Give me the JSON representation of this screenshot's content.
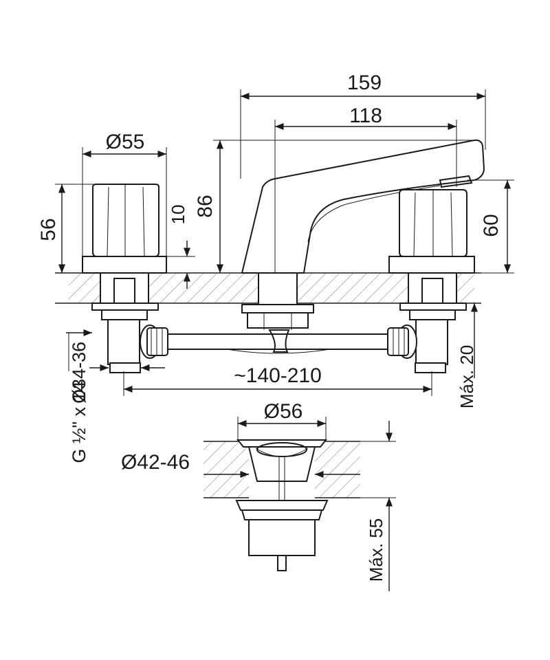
{
  "dimensions": {
    "overall_length": "159",
    "spout_reach": "118",
    "handle_diameter": "Ø55",
    "handle_height": "56",
    "deck_thickness": "10",
    "spout_height": "86",
    "right_handle_height": "60",
    "hole_diameter": "Ø34-36",
    "thread": "G ½\" x 14",
    "centers": "~140-210",
    "max_deck": "Máx. 20",
    "drain_diameter": "Ø56",
    "drain_hole": "Ø42-46",
    "max_drain": "Máx. 55"
  }
}
